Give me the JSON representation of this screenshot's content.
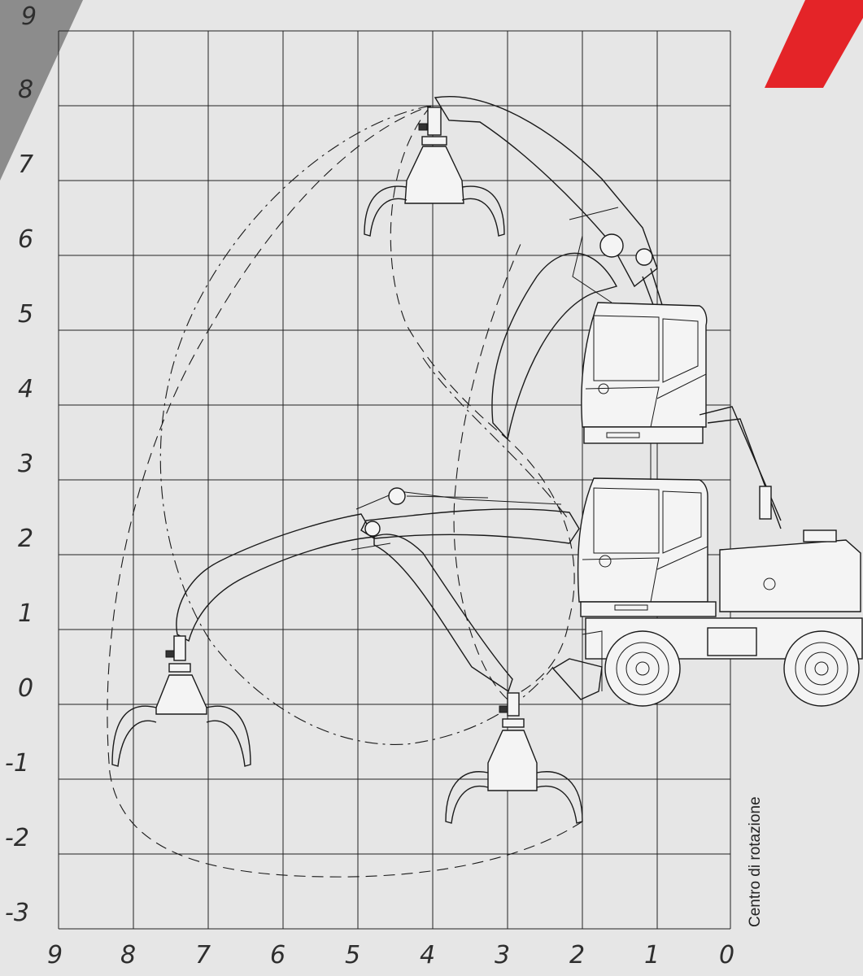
{
  "diagram": {
    "y_axis_labels": [
      "9",
      "8",
      "7",
      "6",
      "5",
      "4",
      "3",
      "2",
      "1",
      "0",
      "-1",
      "-2",
      "-3"
    ],
    "x_axis_labels": [
      "9",
      "8",
      "7",
      "6",
      "5",
      "4",
      "3",
      "2",
      "1",
      "0"
    ],
    "rotation_center_label": "Centro di rotazione"
  },
  "colors": {
    "accent_red": "#e42428",
    "corner_gray": "#8c8c8c",
    "background": "#e6e6e6"
  }
}
